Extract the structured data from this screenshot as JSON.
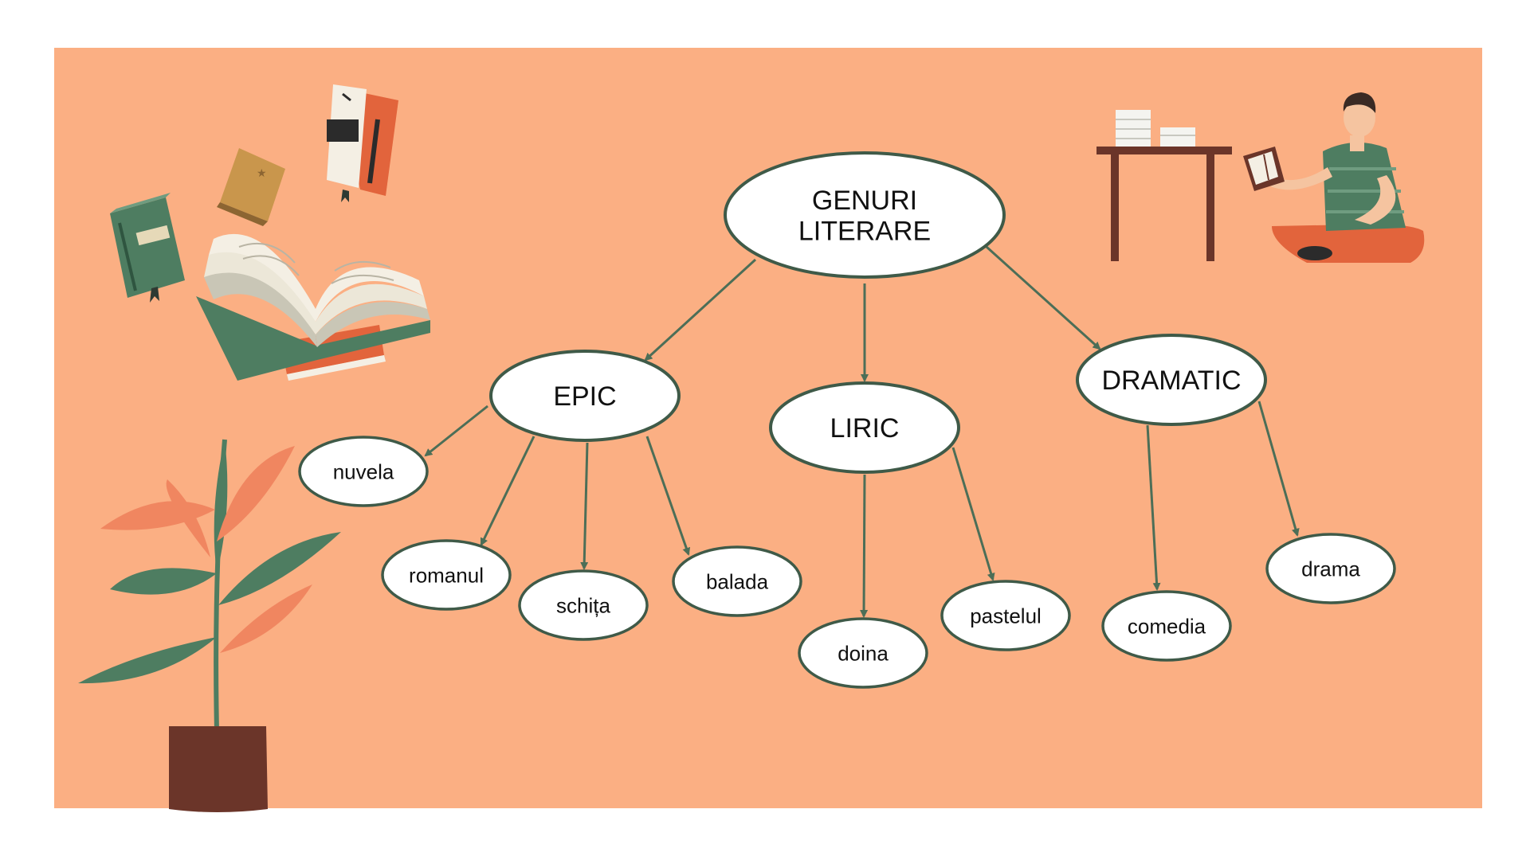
{
  "colors": {
    "background": "#FBAF83",
    "page": "#FFFFFF",
    "node_fill": "#FFFFFF",
    "node_stroke": "#3F5A48",
    "edge": "#4C6E57",
    "text": "#111111",
    "green_book": "#4E7D61",
    "brown": "#6B3529",
    "orange": "#E2643C",
    "tan_book": "#C9964C"
  },
  "diagram": {
    "root": {
      "id": "genuri",
      "lines": [
        "GENURI",
        "LITERARE"
      ]
    },
    "genres": [
      {
        "id": "epic",
        "label": "EPIC",
        "children": [
          "nuvela",
          "romanul",
          "schița",
          "balada"
        ]
      },
      {
        "id": "liric",
        "label": "LIRIC",
        "children": [
          "doina",
          "pastelul"
        ]
      },
      {
        "id": "dramatic",
        "label": "DRAMATIC",
        "children": [
          "comedia",
          "drama"
        ]
      }
    ]
  },
  "illustrations": [
    {
      "name": "flying-books-illustration",
      "icon": "books-icon"
    },
    {
      "name": "plant-illustration",
      "icon": "potted-plant-icon"
    },
    {
      "name": "reader-illustration",
      "icon": "person-reading-icon"
    }
  ]
}
